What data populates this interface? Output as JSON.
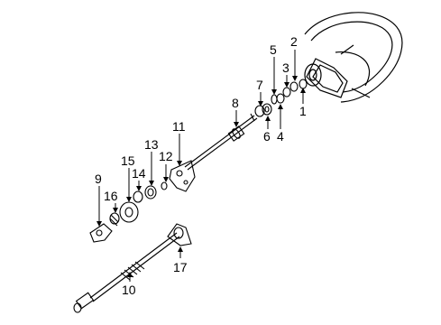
{
  "diagram": {
    "callouts": [
      {
        "id": "c1",
        "text": "1"
      },
      {
        "id": "c2",
        "text": "2"
      },
      {
        "id": "c3",
        "text": "3"
      },
      {
        "id": "c4",
        "text": "4"
      },
      {
        "id": "c5",
        "text": "5"
      },
      {
        "id": "c6",
        "text": "6"
      },
      {
        "id": "c7",
        "text": "7"
      },
      {
        "id": "c8",
        "text": "8"
      },
      {
        "id": "c9",
        "text": "9"
      },
      {
        "id": "c10",
        "text": "10"
      },
      {
        "id": "c11",
        "text": "11"
      },
      {
        "id": "c12",
        "text": "12"
      },
      {
        "id": "c13",
        "text": "13"
      },
      {
        "id": "c14",
        "text": "14"
      },
      {
        "id": "c15",
        "text": "15"
      },
      {
        "id": "c16",
        "text": "16"
      },
      {
        "id": "c17",
        "text": "17"
      }
    ],
    "colors": {
      "stroke": "#000000",
      "background": "#ffffff"
    }
  }
}
